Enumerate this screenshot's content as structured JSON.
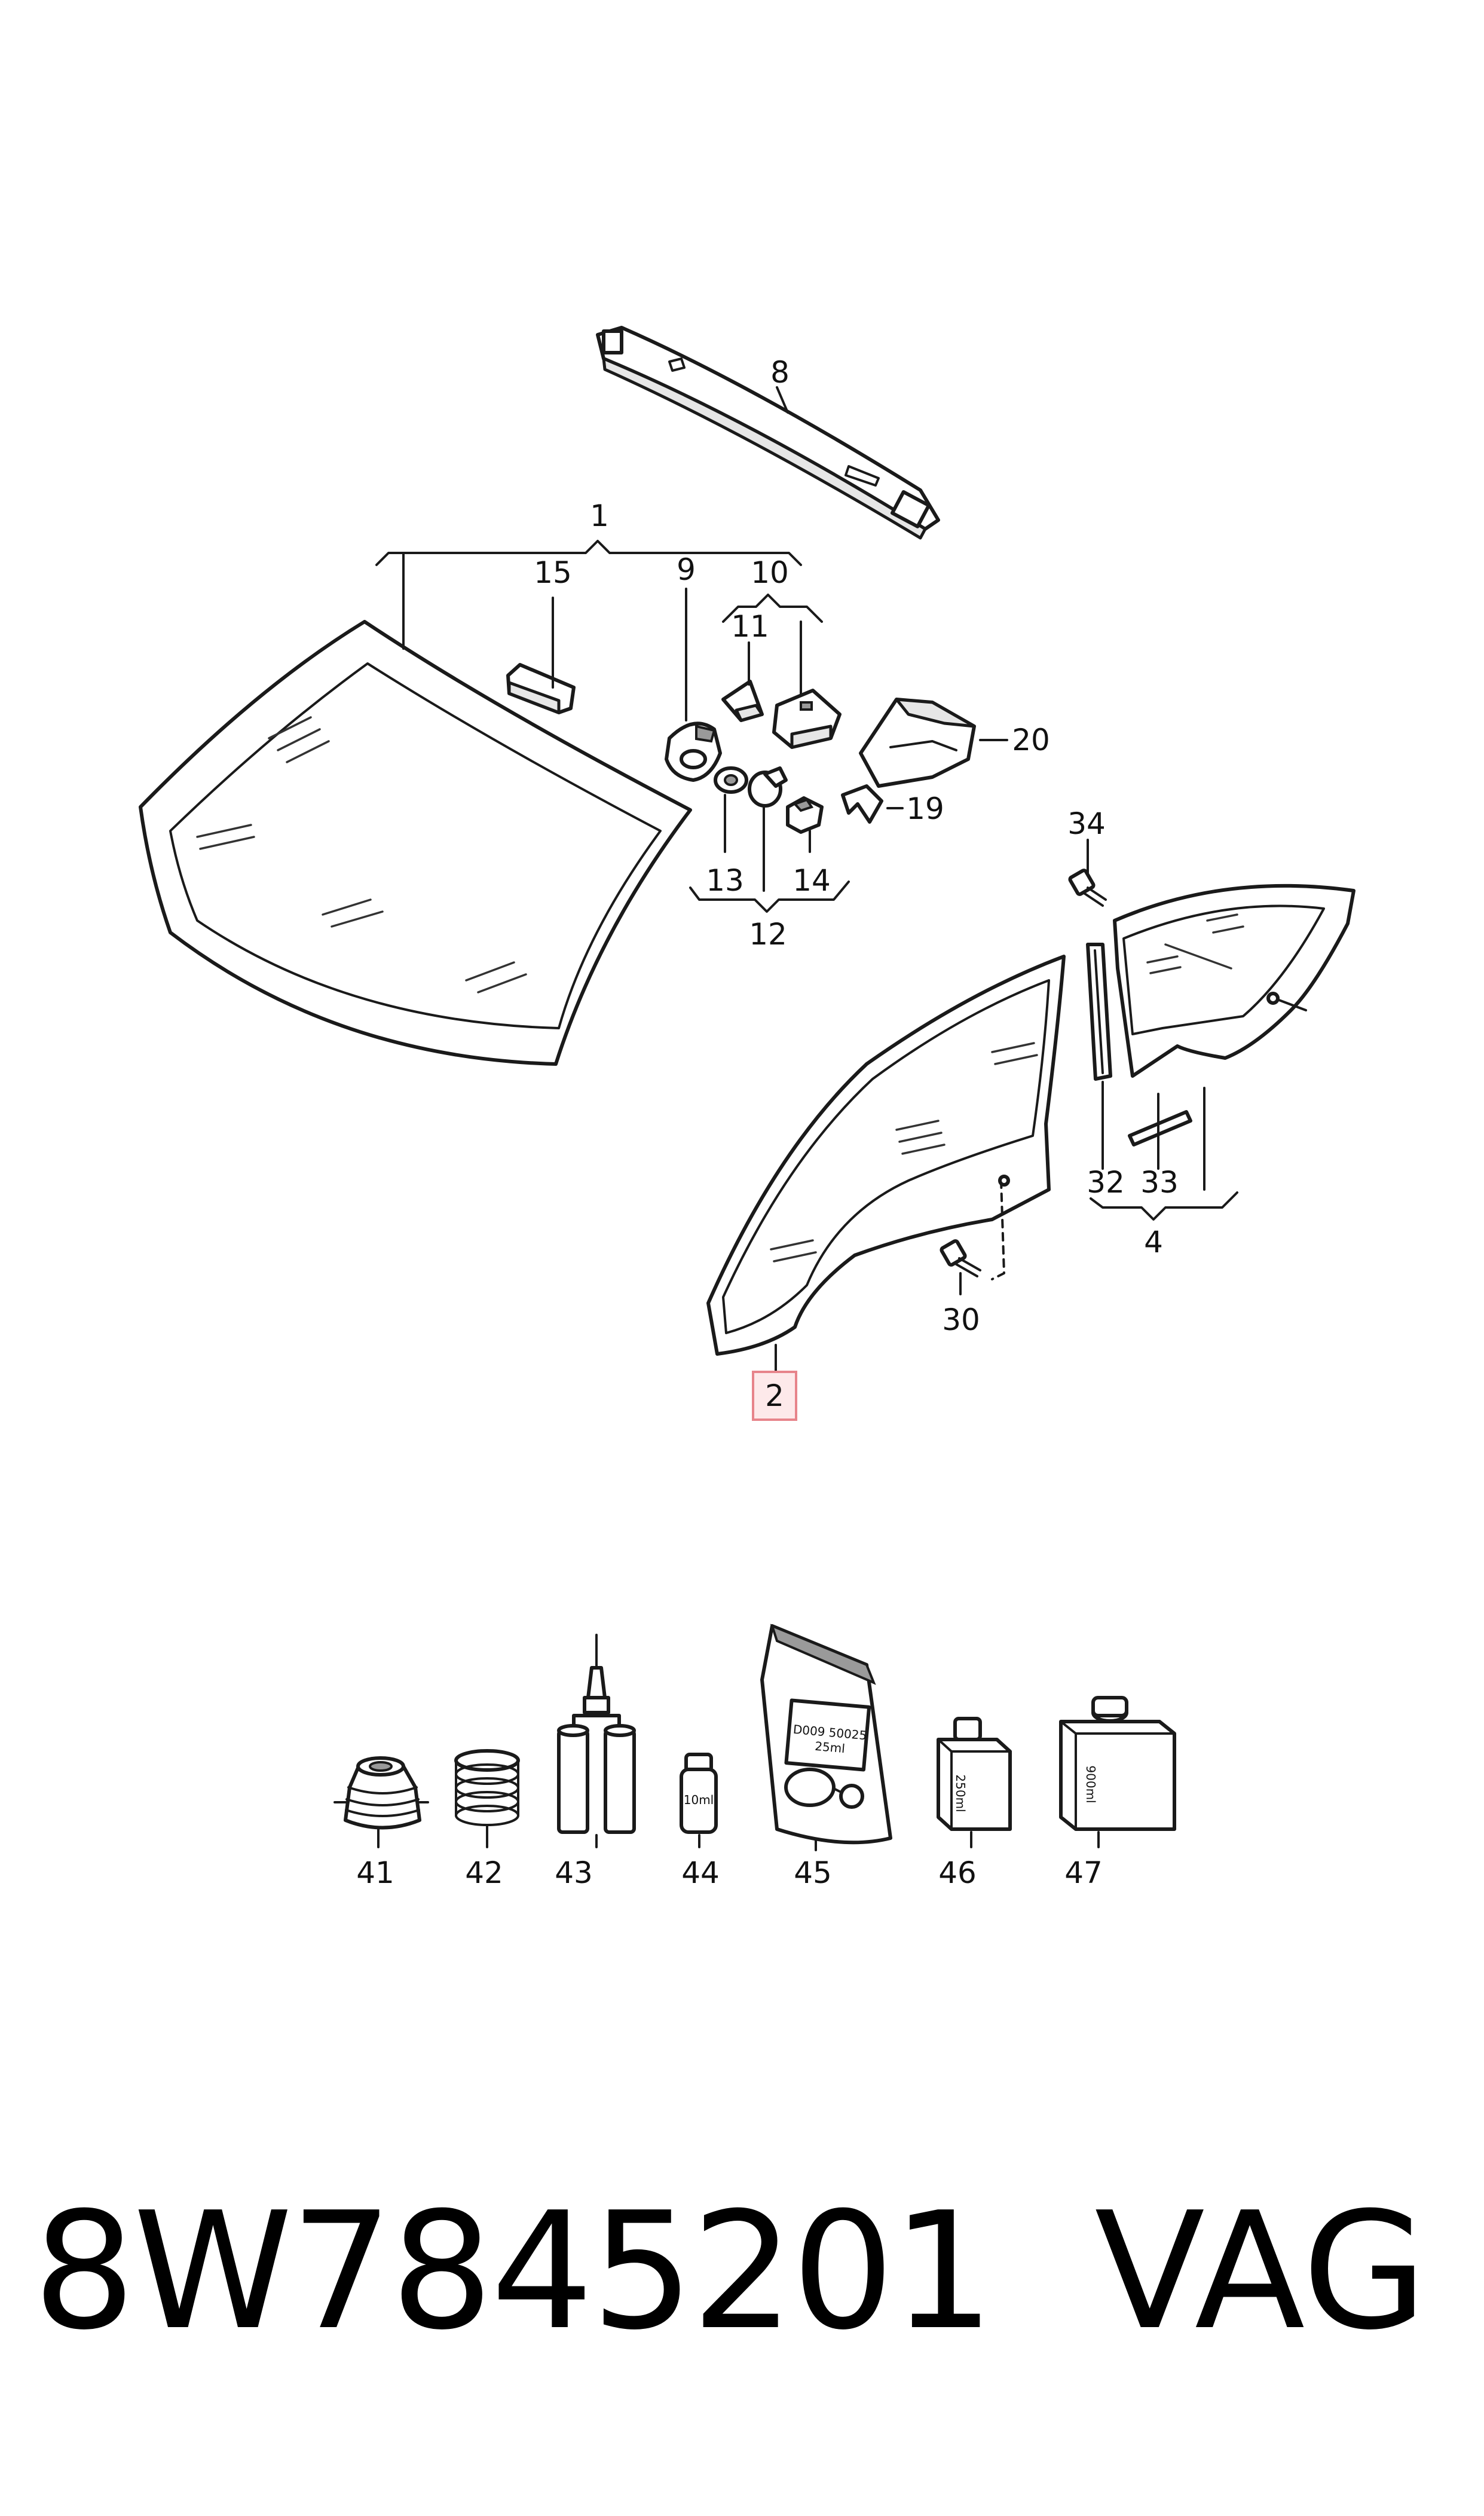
{
  "labels": {
    "l1": "1",
    "l2": "2",
    "l4": "4",
    "l8": "8",
    "l9": "9",
    "l10": "10",
    "l11": "11",
    "l12": "12",
    "l13": "13",
    "l14": "14",
    "l15": "15",
    "l19": "19",
    "l20": "20",
    "l30": "30",
    "l32": "32",
    "l33": "33",
    "l34": "34",
    "l41": "41",
    "l42": "42",
    "l43": "43",
    "l44": "44",
    "l45": "45",
    "l46": "46",
    "l47": "47"
  },
  "package_text": {
    "p44": "10ml",
    "p45_line1": "D009 50025",
    "p45_line2": "25ml",
    "p46": "250ml",
    "p47": "900ml"
  },
  "highlight_color": "#e7848b",
  "footer": {
    "part_number": "8W7845201",
    "brand": "VAG"
  }
}
